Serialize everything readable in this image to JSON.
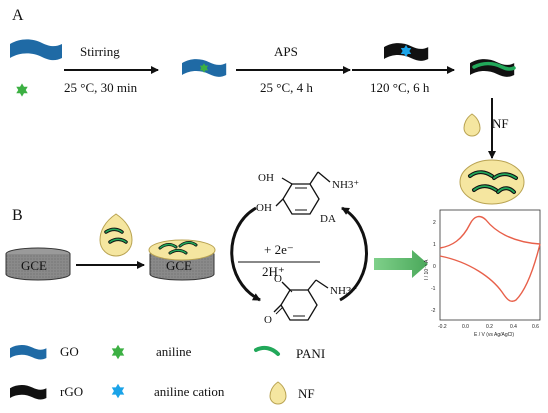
{
  "panels": {
    "a_label": "A",
    "b_label": "B"
  },
  "panel_a": {
    "step1_top": "Stirring",
    "step1_bottom": "25 °C, 30 min",
    "step2_top": "APS",
    "step2_bottom": "25 °C, 4 h",
    "step3_bottom": "120 °C, 6 h",
    "nf_label": "NF"
  },
  "panel_b": {
    "gce_left": "GCE",
    "gce_right": "GCE",
    "reaction_top": "+ 2e⁻",
    "reaction_bottom": "2H⁺",
    "dopamine": {
      "oh_top": "OH",
      "oh_bottom": "OH",
      "nh3": "NH3⁺",
      "name": "DA"
    },
    "quinone": {
      "o_top": "O",
      "o_bottom": "O",
      "nh3": "NH3⁺"
    }
  },
  "cv_plot": {
    "ylabel": "I / 10⁻⁵ A",
    "xlabel": "E / V (vs Ag/AgCl)",
    "xticks": [
      "-0.2",
      "0.0",
      "0.2",
      "0.4",
      "0.6"
    ],
    "yticks": [
      "2",
      "1",
      "0",
      "-1",
      "-2"
    ]
  },
  "legend": {
    "go": "GO",
    "aniline": "aniline",
    "pani": "PANI",
    "rgo": "rGO",
    "aniline_cation": "aniline cation",
    "nf": "NF"
  },
  "colors": {
    "go_blue": "#1f6aa5",
    "aniline_green": "#3cb043",
    "cation_blue": "#1aa3e8",
    "rgo_black": "#111111",
    "pani_green": "#22a85a",
    "nf_yellow": "#f5e6a0",
    "cv_red": "#e8604a",
    "arrow_green": "#5bb86a"
  }
}
